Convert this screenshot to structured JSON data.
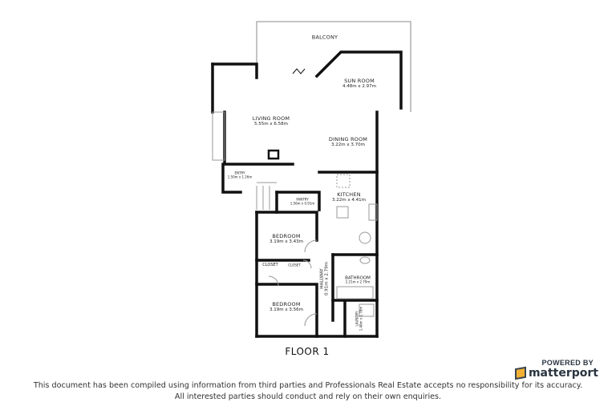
{
  "rooms": {
    "balcony": {
      "name": "BALCONY"
    },
    "sun_room": {
      "name": "SUN ROOM",
      "dims": "4.48m x 2.97m"
    },
    "living_room": {
      "name": "LIVING ROOM",
      "dims": "5.55m x 6.58m"
    },
    "dining_room": {
      "name": "DINING ROOM",
      "dims": "3.22m x 3.70m"
    },
    "entry": {
      "name": "ENTRY",
      "dims": "1.50m x 1.26m"
    },
    "pantry": {
      "name": "PANTRY",
      "dims": "1.56m x 0.91m"
    },
    "kitchen": {
      "name": "KITCHEN",
      "dims": "3.22m x 4.41m"
    },
    "bedroom1": {
      "name": "BEDROOM",
      "dims": "3.19m x 3.43m"
    },
    "closet": {
      "name": "CLOSET"
    },
    "closet_small": {
      "name": "CLOSET"
    },
    "hallway": {
      "name": "HALLWAY",
      "dims": "0.91m x 2.79m"
    },
    "bathroom": {
      "name": "BATHROOM",
      "dims": "2.21m x 2.79m"
    },
    "bedroom2": {
      "name": "BEDROOM",
      "dims": "3.19m x 3.56m"
    },
    "laundry": {
      "name": "LAUNDRY",
      "dims": "1.48m x 1.78m"
    }
  },
  "floor_label": "FLOOR 1",
  "branding": {
    "powered_by": "POWERED BY",
    "name": "matterport",
    "icon": "matterport-cube-icon",
    "accent": "#f2b134"
  },
  "disclaimer": {
    "line1": "This document has been compiled using information from third parties and Professionals Real Estate accepts no responsibility for its accuracy.",
    "line2": "All interested parties should conduct and rely on their own enquiries."
  }
}
